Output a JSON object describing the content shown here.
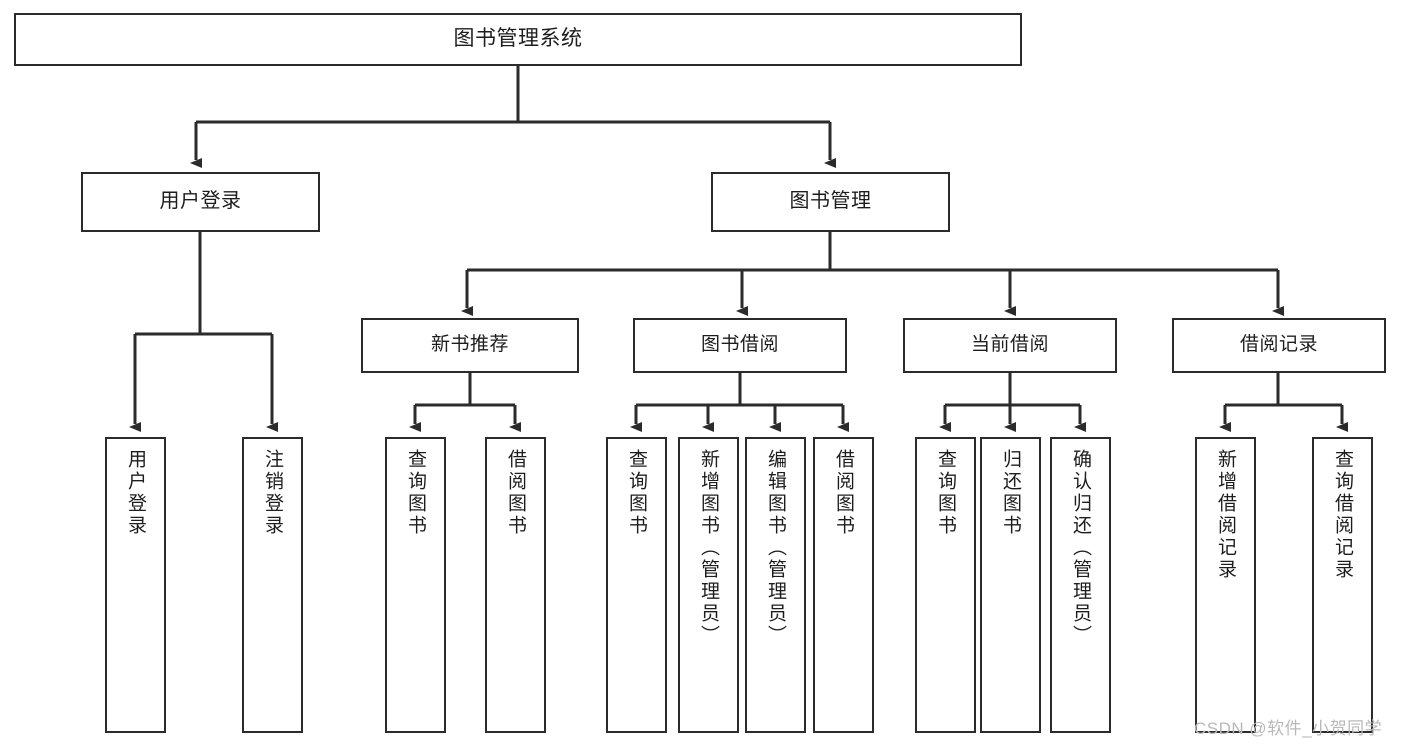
{
  "diagram": {
    "title": "图书管理系统",
    "watermark": "CSDN @软件_小贺同学",
    "colors": {
      "stroke": "#2b2b2b",
      "fill": "#ffffff",
      "text": "#1d1d1d",
      "watermark": "#b9b9b9"
    },
    "nodes": {
      "root": {
        "label": "图书管理系统"
      },
      "level1": [
        {
          "label": "用户登录"
        },
        {
          "label": "图书管理"
        }
      ],
      "level2": [
        {
          "label": "新书推荐"
        },
        {
          "label": "图书借阅"
        },
        {
          "label": "当前借阅"
        },
        {
          "label": "借阅记录"
        }
      ],
      "leaves_user_login": [
        {
          "label": "用户登录"
        },
        {
          "label": "注销登录"
        }
      ],
      "leaves_new_book": [
        {
          "label": "查询图书"
        },
        {
          "label": "借阅图书"
        }
      ],
      "leaves_borrow": [
        {
          "label": "查询图书"
        },
        {
          "label": "新增图书（管理员）"
        },
        {
          "label": "编辑图书（管理员）"
        },
        {
          "label": "借阅图书"
        }
      ],
      "leaves_current": [
        {
          "label": "查询图书"
        },
        {
          "label": "归还图书"
        },
        {
          "label": "确认归还（管理员）"
        }
      ],
      "leaves_records": [
        {
          "label": "新增借阅记录"
        },
        {
          "label": "查询借阅记录"
        }
      ]
    }
  }
}
